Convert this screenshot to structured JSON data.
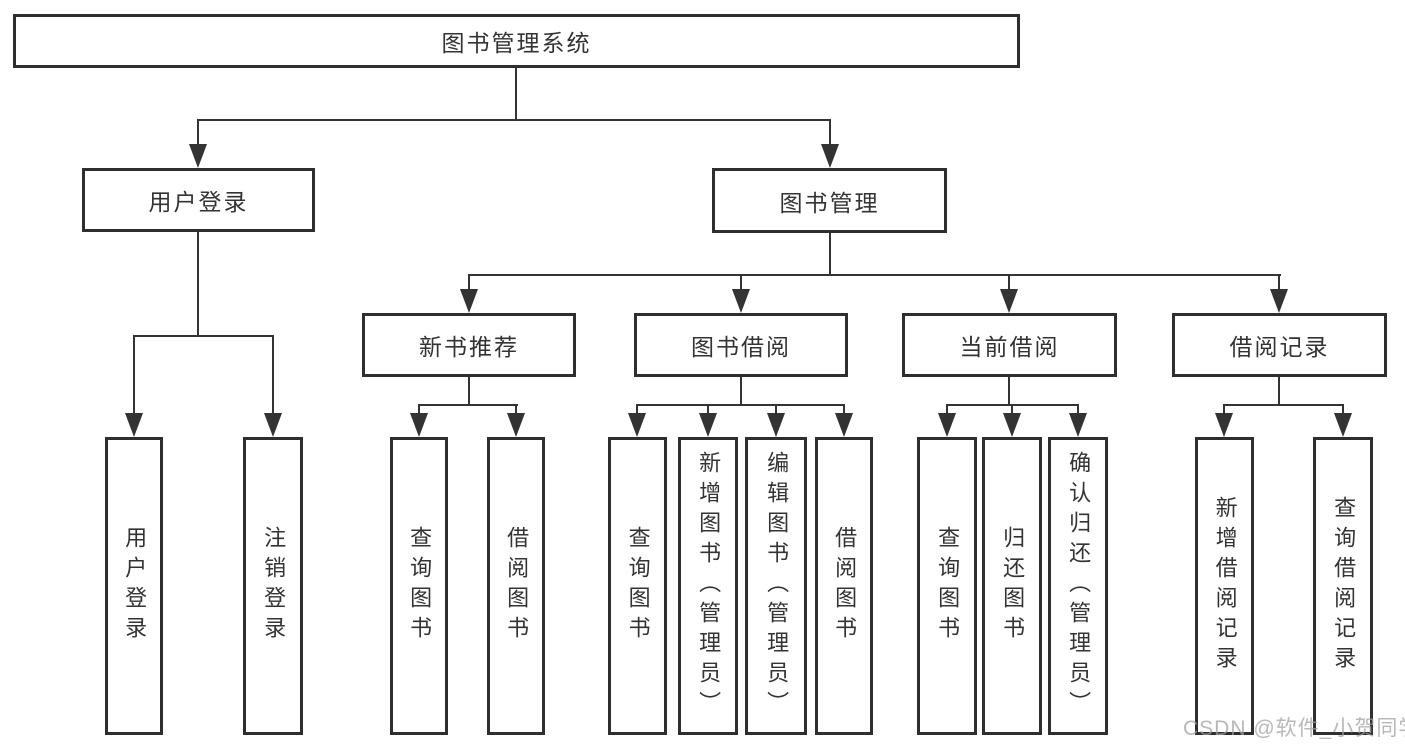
{
  "tree": {
    "label": "图书管理系统",
    "children": [
      {
        "label": "用户登录",
        "children": [
          {
            "label": "用户登录"
          },
          {
            "label": "注销登录"
          }
        ]
      },
      {
        "label": "图书管理",
        "children": [
          {
            "label": "新书推荐",
            "children": [
              {
                "label": "查询图书"
              },
              {
                "label": "借阅图书"
              }
            ]
          },
          {
            "label": "图书借阅",
            "children": [
              {
                "label": "查询图书"
              },
              {
                "label": "新增图书（管理员）"
              },
              {
                "label": "编辑图书（管理员）"
              },
              {
                "label": "借阅图书"
              }
            ]
          },
          {
            "label": "当前借阅",
            "children": [
              {
                "label": "查询图书"
              },
              {
                "label": "归还图书"
              },
              {
                "label": "确认归还（管理员）"
              }
            ]
          },
          {
            "label": "借阅记录",
            "children": [
              {
                "label": "新增借阅记录"
              },
              {
                "label": "查询借阅记录"
              }
            ]
          }
        ]
      }
    ]
  },
  "watermark": {
    "text": "CSDN @软件_小贺同学"
  },
  "colors": {
    "line": "#333333",
    "box_border": "#2e2e2e",
    "text": "#333333",
    "watermark": "#a0a0a0",
    "background": "#ffffff"
  }
}
